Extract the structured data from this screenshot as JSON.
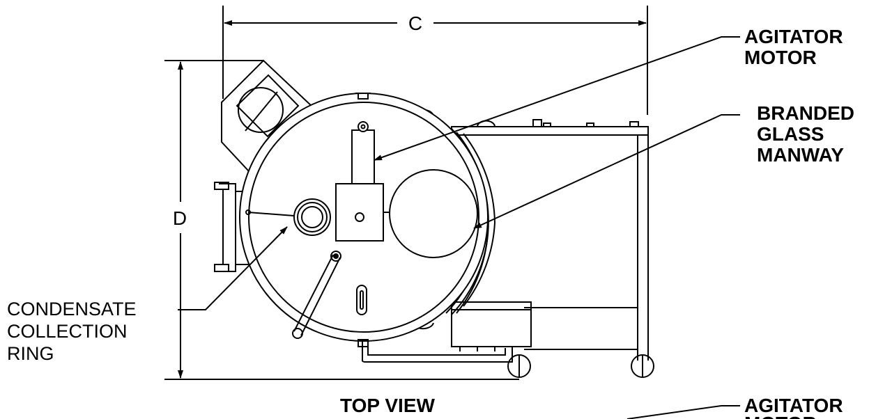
{
  "dimensions": {
    "width_label": "C",
    "height_label": "D"
  },
  "callouts": {
    "agitator_motor_top": [
      "AGITATOR",
      "MOTOR"
    ],
    "branded_glass_manway": [
      "BRANDED",
      "GLASS",
      "MANWAY"
    ],
    "condensate_collection_ring": [
      "CONDENSATE",
      "COLLECTION",
      "RING"
    ],
    "agitator_motor_bottom": [
      "AGITATOR",
      "MOTOR"
    ]
  },
  "view_title": "TOP VIEW"
}
